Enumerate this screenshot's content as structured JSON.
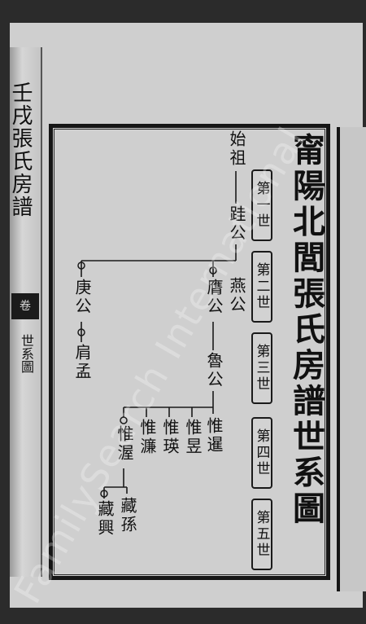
{
  "document": {
    "title": "甯陽北閭張氏房譜世系圖",
    "spine": {
      "book_title": "壬戌張氏房譜",
      "volume": "卷",
      "section": "世系圖"
    },
    "generations": [
      "第一世",
      "第二世",
      "第三世",
      "第四世",
      "第五世"
    ],
    "tree": {
      "root_label": "始祖",
      "people": [
        {
          "id": "zhi",
          "name": "跬公"
        },
        {
          "id": "yan",
          "name": "燕公"
        },
        {
          "id": "ying",
          "name": "膺公"
        },
        {
          "id": "geng",
          "name": "庚公"
        },
        {
          "id": "lu",
          "name": "魯公"
        },
        {
          "id": "jianmeng",
          "name": "肩孟"
        },
        {
          "id": "weixian",
          "name": "惟暹"
        },
        {
          "id": "weiyu",
          "name": "惟昱"
        },
        {
          "id": "weiying",
          "name": "惟瑛"
        },
        {
          "id": "weilian",
          "name": "惟濂"
        },
        {
          "id": "weiwo",
          "name": "惟渥"
        },
        {
          "id": "zangsun",
          "name": "藏孫"
        },
        {
          "id": "zangxing",
          "name": "藏興"
        }
      ]
    }
  },
  "watermark": "FamilySearch International"
}
